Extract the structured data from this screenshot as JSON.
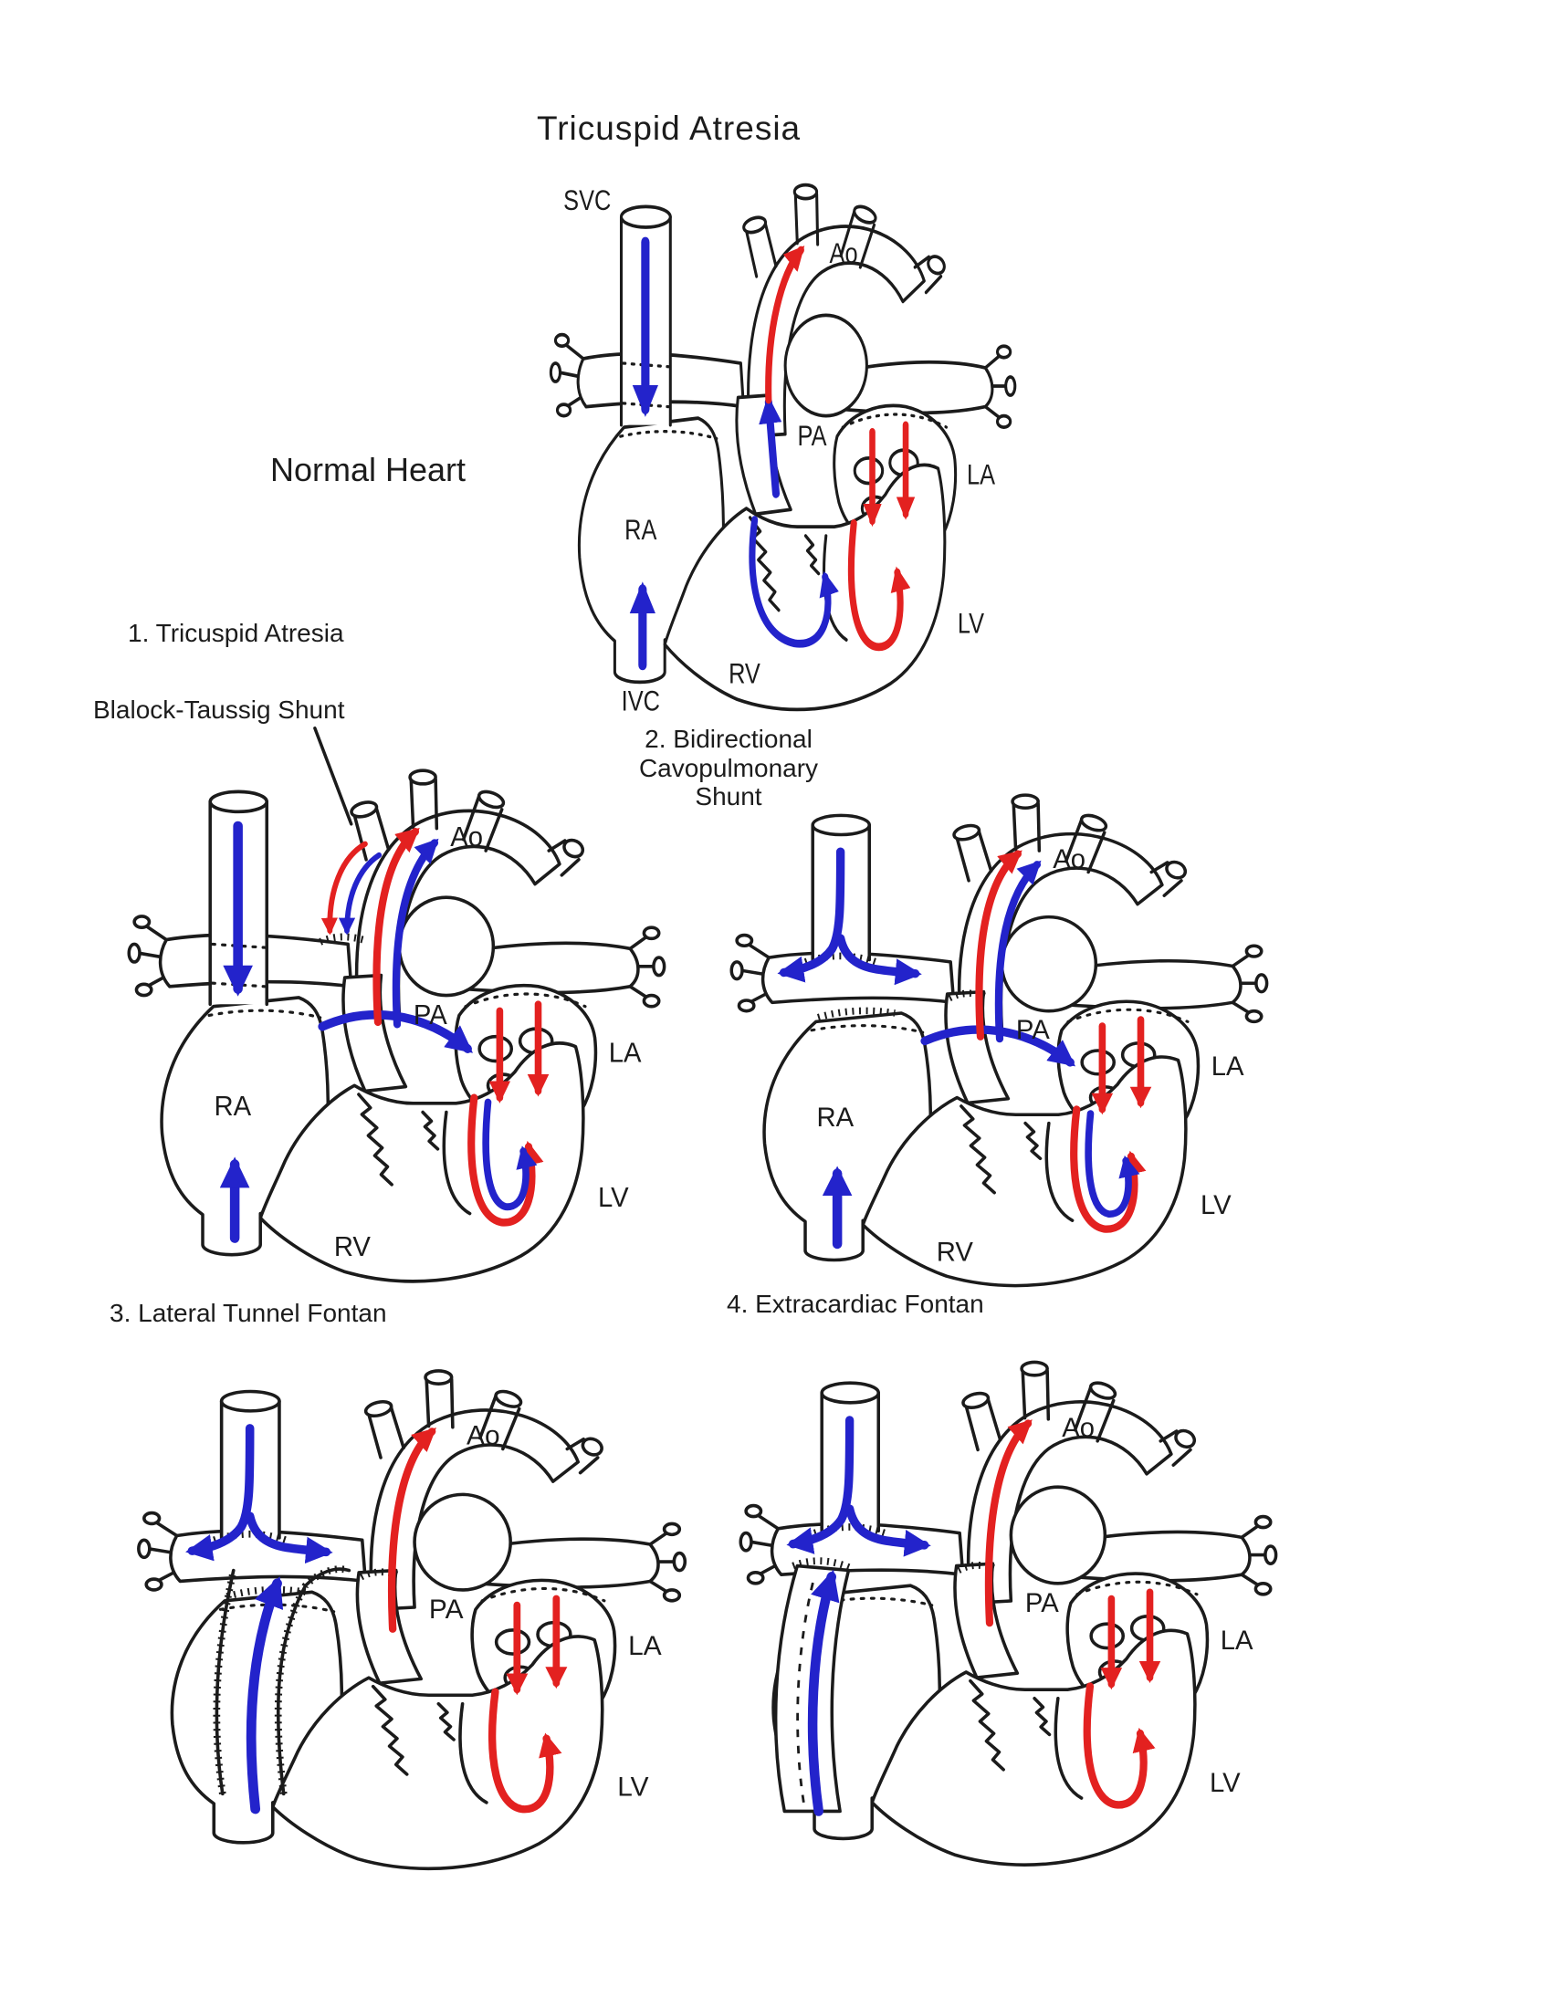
{
  "title": "Tricuspid Atresia",
  "colors": {
    "oxygenated_flow_red": "#e32120",
    "deoxygenated_flow_blue": "#2323cb",
    "outline_black": "#1b1b1b",
    "background": "#ffffff"
  },
  "captions": {
    "normal_heart": "Normal Heart",
    "stage1": "1. Tricuspid Atresia",
    "bt_shunt": "Blalock-Taussig Shunt",
    "stage2_line1": "2. Bidirectional",
    "stage2_line2": "Cavopulmonary",
    "stage2_line3": "Shunt",
    "stage3": "3. Lateral Tunnel Fontan",
    "stage4": "4. Extracardiac Fontan"
  },
  "hearts": {
    "normal": {
      "svc": "SVC",
      "ivc": "IVC",
      "ao": "Ao",
      "pa": "PA",
      "ra": "RA",
      "la": "LA",
      "lv": "LV",
      "rv": "RV"
    },
    "stage1": {
      "ao": "Ao",
      "pa": "PA",
      "ra": "RA",
      "la": "LA",
      "lv": "LV",
      "rv": "RV"
    },
    "stage2": {
      "ao": "Ao",
      "pa": "PA",
      "ra": "RA",
      "la": "LA",
      "lv": "LV",
      "rv": "RV"
    },
    "stage3": {
      "ao": "Ao",
      "pa": "PA",
      "la": "LA",
      "lv": "LV"
    },
    "stage4": {
      "ao": "Ao",
      "pa": "PA",
      "la": "LA",
      "lv": "LV"
    }
  }
}
